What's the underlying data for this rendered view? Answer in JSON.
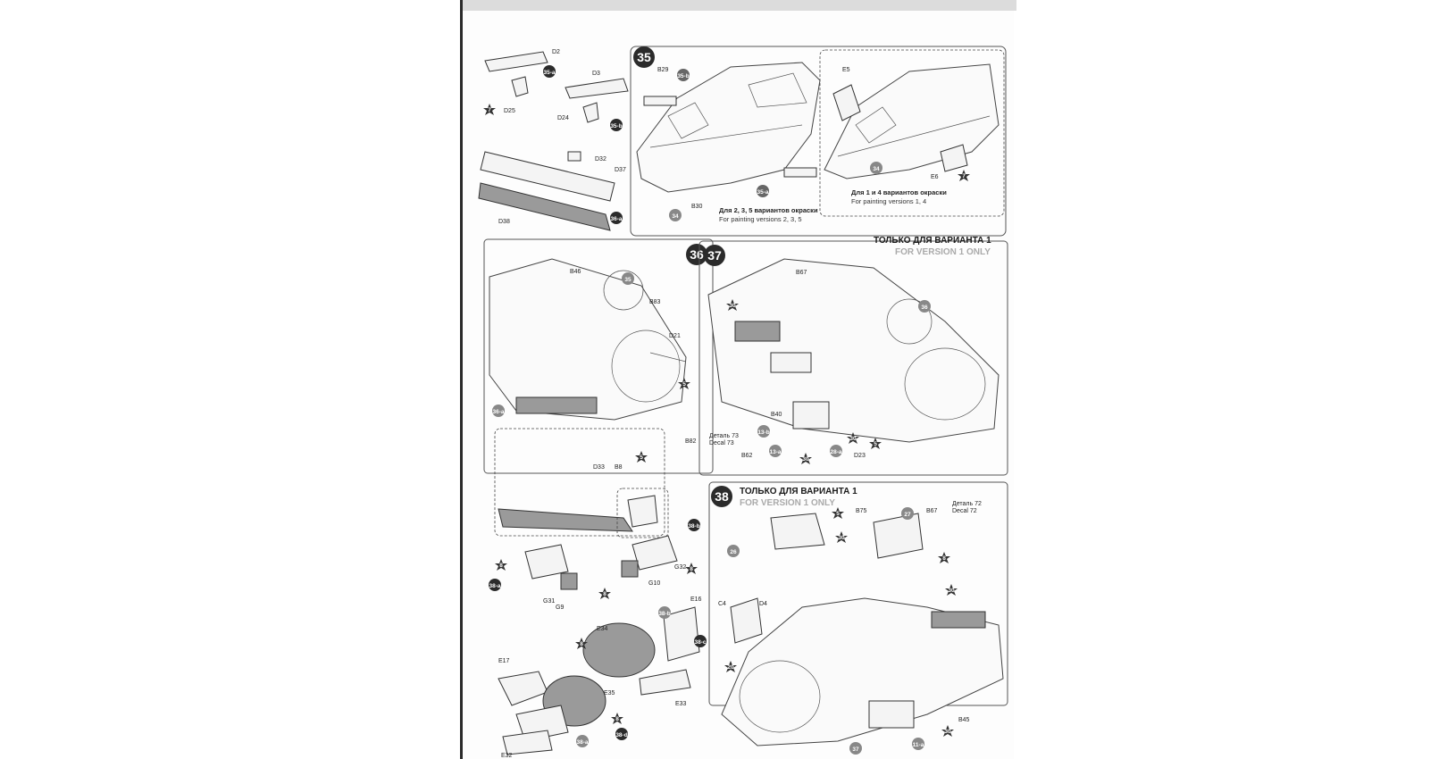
{
  "document": {
    "steps": [
      {
        "number": "35"
      },
      {
        "number": "36"
      },
      {
        "number": "37"
      },
      {
        "number": "38"
      }
    ],
    "substeps": {
      "s35a_1": "35-a",
      "s35b_1": "35-b",
      "s36a_1": "36-a",
      "s35b_2": "35-b",
      "s35a_2": "35-a",
      "s36a_2": "36-a",
      "s13b": "13-b",
      "s13a": "13-a",
      "s28a": "28-a",
      "s38b_1": "38-b",
      "s38a_1": "38-a",
      "s38b_2": "38-b",
      "s38c": "38-c",
      "s38a_2": "38-a",
      "s38d": "38-d",
      "s11a": "11-a"
    },
    "circled_refs": {
      "r34_a": "34",
      "r34_b": "34",
      "r35": "35",
      "r36": "36",
      "r26": "26",
      "r27": "27",
      "r37": "37"
    },
    "star_refs": {
      "st7_a": "7",
      "st7_b": "7",
      "st5_a": "5",
      "st5_b": "5",
      "st30_a": "30",
      "st30_b": "30",
      "st30_c": "30",
      "st30_d": "30",
      "st30_e": "30",
      "st30_f": "30",
      "st5_c": "5",
      "st5_d": "5",
      "st5_e": "5",
      "st8_a": "8",
      "st8_b": "8",
      "st8_c": "8",
      "st8_d": "8",
      "st8_e": "8",
      "st8_f": "8",
      "st20": "20",
      "st30_g": "30"
    },
    "part_labels": {
      "D2": "D2",
      "D25": "D25",
      "D3": "D3",
      "D24": "D24",
      "D32": "D32",
      "D37": "D37",
      "D38": "D38",
      "B29": "B29",
      "B30": "B30",
      "E5": "E5",
      "E6": "E6",
      "B46": "B46",
      "B83": "B83",
      "D21": "D21",
      "B82": "B82",
      "D33": "D33",
      "B8": "B8",
      "B67_a": "B67",
      "B40": "B40",
      "B62": "B62",
      "D23": "D23",
      "G31": "G31",
      "G9": "G9",
      "G10": "G10",
      "G32": "G32",
      "E16": "E16",
      "E34": "E34",
      "E17": "E17",
      "E35": "E35",
      "E33": "E33",
      "E32": "E32",
      "B75": "B75",
      "B67_b": "B67",
      "C4": "C4",
      "D4": "D4",
      "B45": "B45"
    },
    "captions": {
      "v235_ru": "Для 2, 3, 5 вариантов окраски",
      "v235_en": "For painting versions 2, 3, 5",
      "v14_ru": "Для 1 и 4 вариантов окраски",
      "v14_en": "For painting versions 1, 4",
      "only1_ru_a": "ТОЛЬКО ДЛЯ ВАРИАНТА 1",
      "only1_en_a": "FOR VERSION 1 ONLY",
      "only1_ru_b": "ТОЛЬКО ДЛЯ ВАРИАНТА 1",
      "only1_en_b": "FOR VERSION 1 ONLY",
      "decal73_ru": "Деталь 73",
      "decal73_en": "Decal 73",
      "decal72_ru": "Деталь 72",
      "decal72_en": "Decal 72"
    }
  }
}
